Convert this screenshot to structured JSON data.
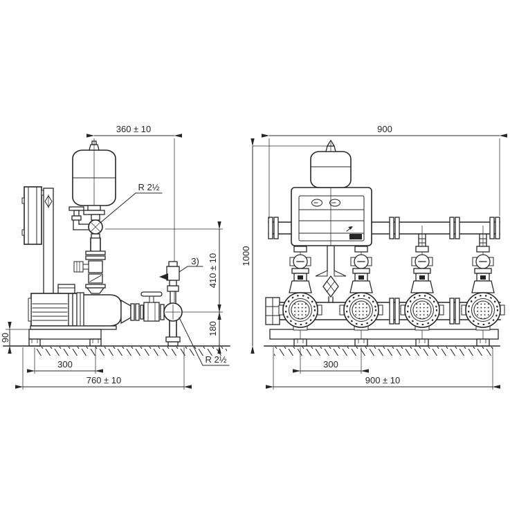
{
  "colors": {
    "line": "#262626",
    "background": "#ffffff"
  },
  "labels": {
    "side": {
      "width_top": "360 ± 10",
      "conn_top": "R 2½",
      "footnote": "3)",
      "height_upper": "410 ± 10",
      "height_lower": "180",
      "base_height": "90",
      "foot_pitch": "300",
      "length_total": "760 ± 10",
      "conn_bottom": "R 2½"
    },
    "front": {
      "width_top": "900",
      "height_total": "1000",
      "foot_pitch": "300",
      "width_total": "900 ± 10"
    }
  }
}
